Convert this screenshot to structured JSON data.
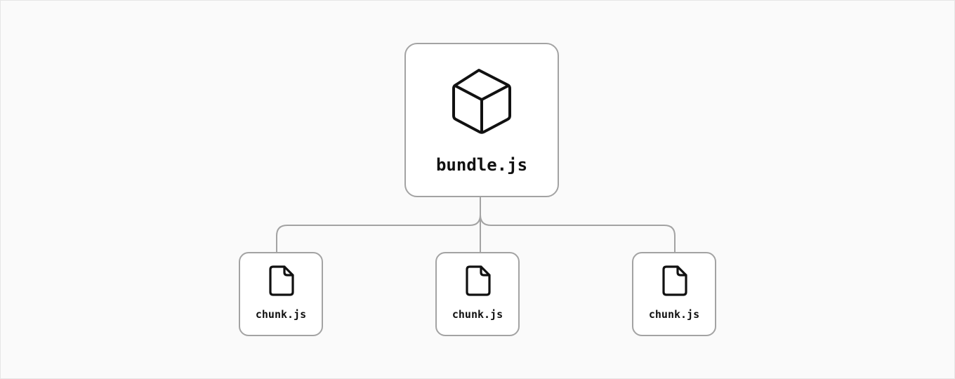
{
  "diagram": {
    "root": {
      "label": "bundle.js",
      "icon": "package-box-icon"
    },
    "children": [
      {
        "label": "chunk.js",
        "icon": "file-icon"
      },
      {
        "label": "chunk.js",
        "icon": "file-icon"
      },
      {
        "label": "chunk.js",
        "icon": "file-icon"
      }
    ]
  },
  "colors": {
    "background": "#fafafa",
    "node_fill": "#ffffff",
    "node_border": "#a3a3a3",
    "connector": "#a3a3a3",
    "text": "#111111"
  }
}
